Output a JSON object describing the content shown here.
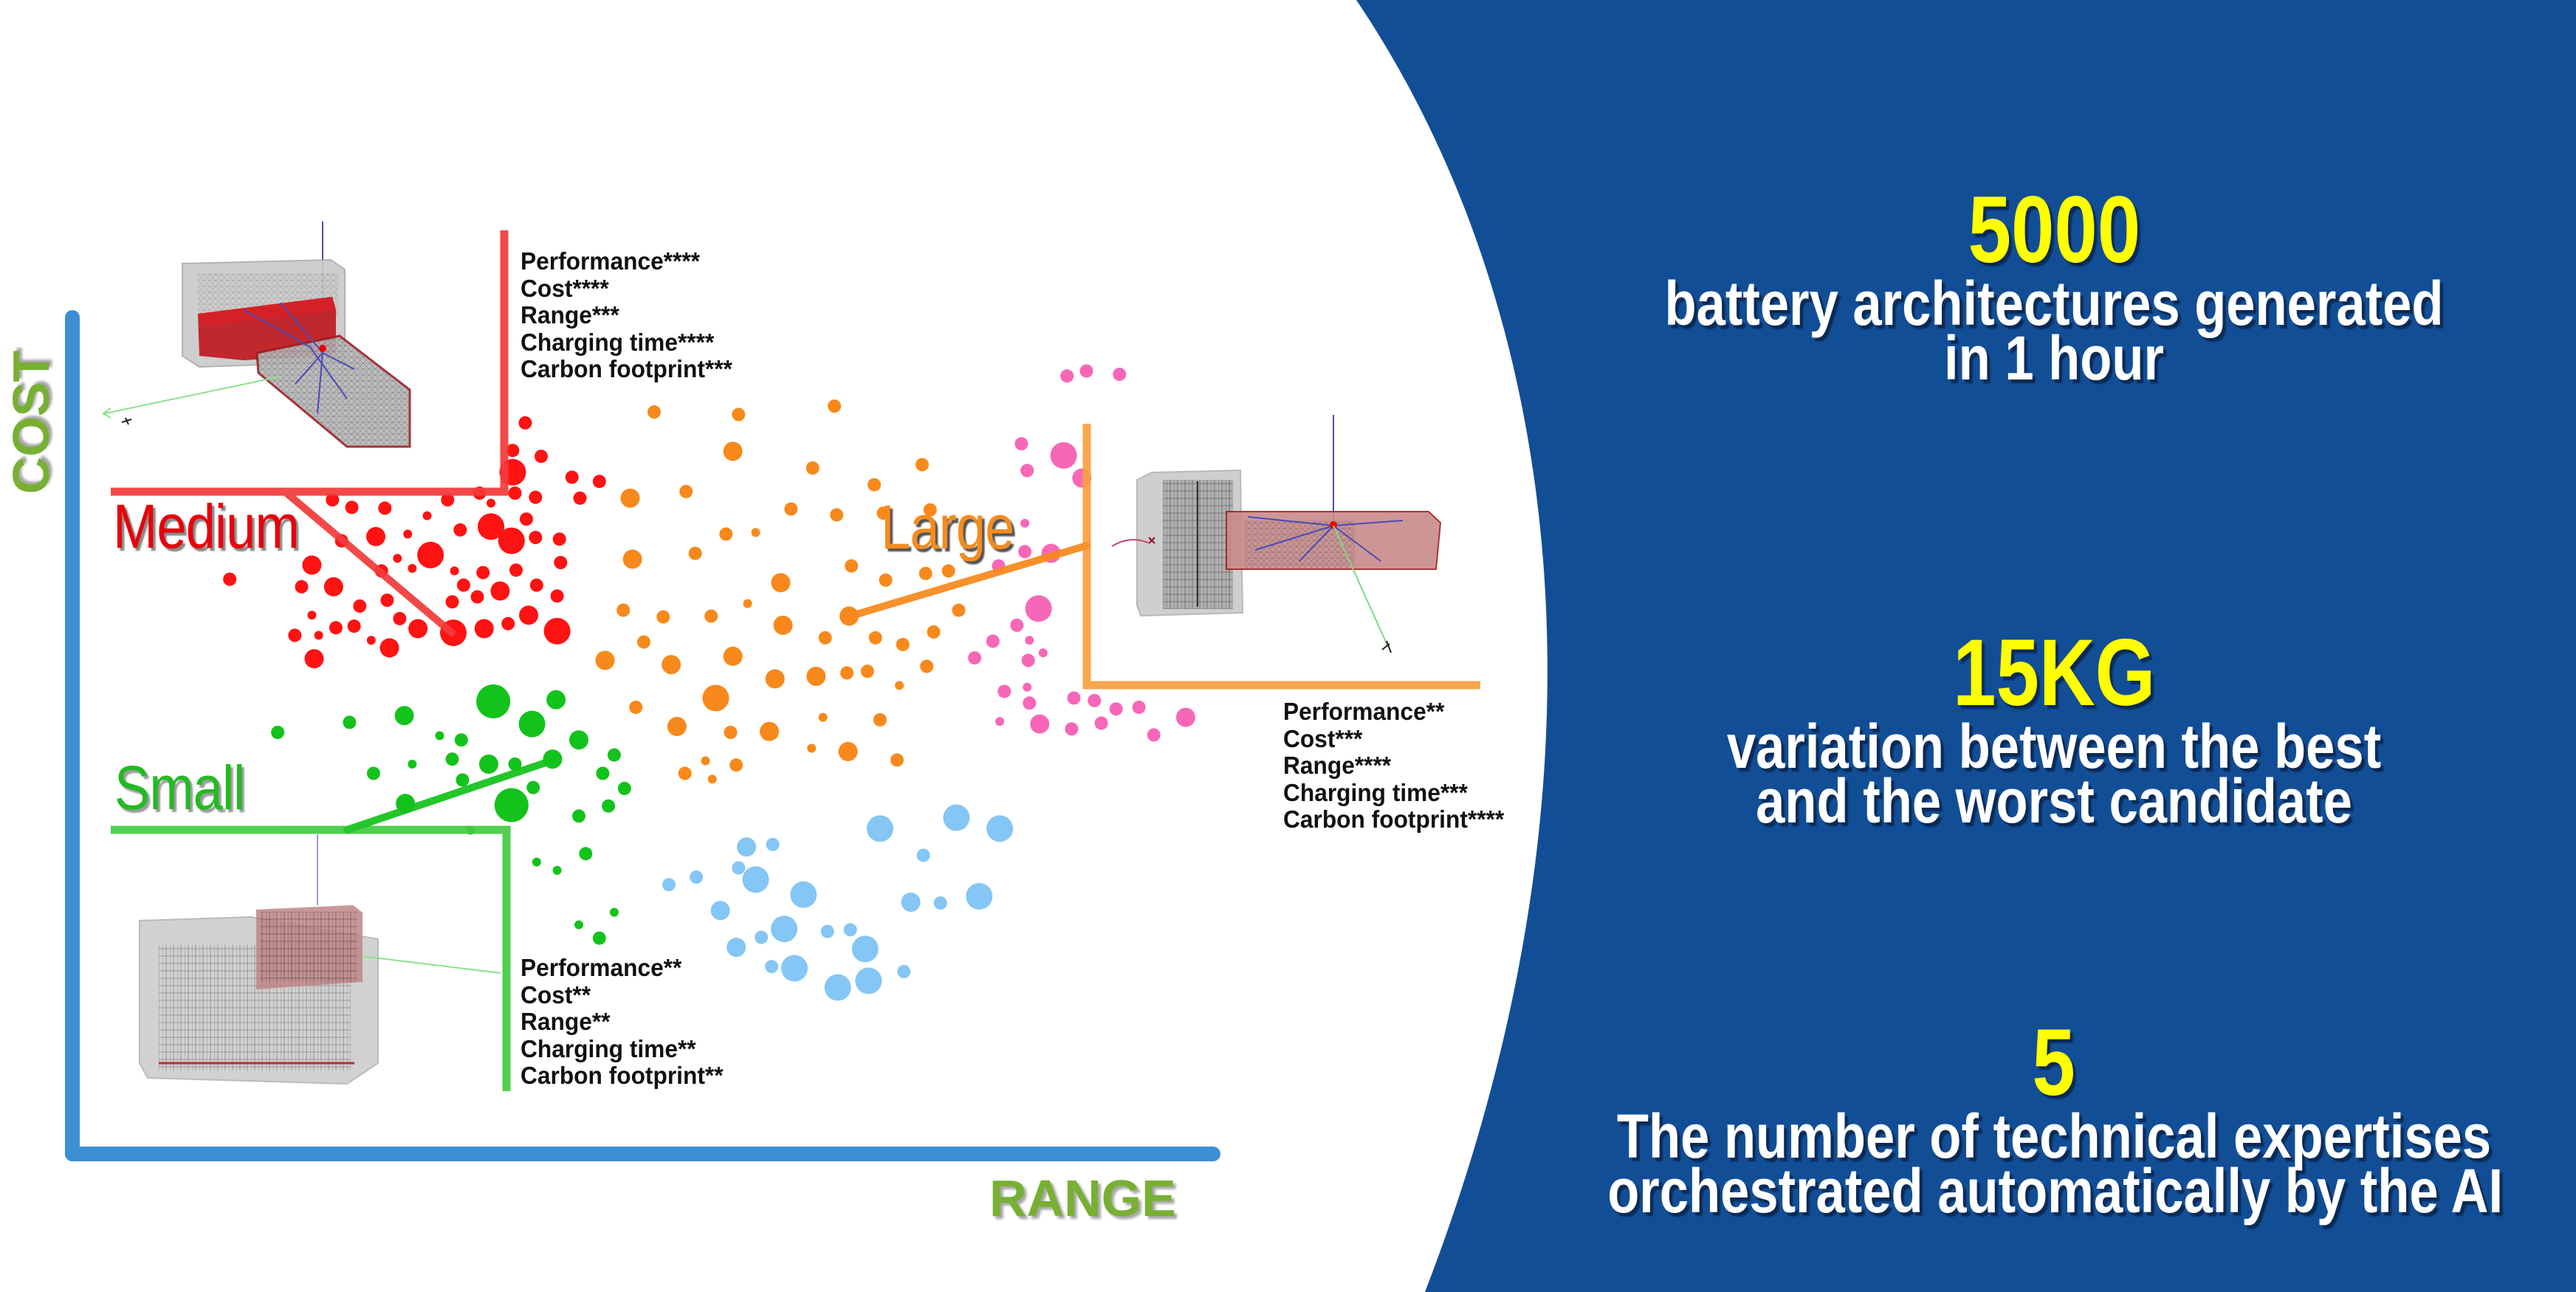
{
  "slide": {
    "colors": {
      "panel_blue": "#124e96",
      "stat_number": "#ffff00",
      "stat_text": "#ffffff",
      "axis": "#3d8fd4",
      "axis_label": "#77b032"
    },
    "stats": [
      {
        "value": "5000",
        "lines": [
          "battery architectures generated",
          "in 1 hour"
        ]
      },
      {
        "value": "15KG",
        "lines": [
          "variation between the best",
          "and the worst candidate"
        ]
      },
      {
        "value": "5",
        "lines": [
          "The number of technical expertises",
          "orchestrated automatically by the AI"
        ]
      }
    ]
  },
  "chart_data": {
    "type": "scatter",
    "title": "",
    "xlabel": "RANGE",
    "ylabel": "COST",
    "xlim": [
      0,
      100
    ],
    "ylim": [
      0,
      100
    ],
    "grid": false,
    "ticks": false,
    "legend": "none",
    "categories": [
      {
        "name": "Medium",
        "color": "#e8000b",
        "bracket_color": "#f23b3b",
        "specs": [
          "Performance****",
          "Cost****",
          "Range***",
          "Charging time****",
          "Carbon footprint***"
        ],
        "render_icon": "battery-pack-medium-3d-icon"
      },
      {
        "name": "Large",
        "color": "#f58b1e",
        "bracket_color": "#f9a03f",
        "specs": [
          "Performance**",
          "Cost***",
          "Range****",
          "Charging time***",
          "Carbon footprint****"
        ],
        "render_icon": "battery-pack-large-3d-icon"
      },
      {
        "name": "Small",
        "color": "#22bb22",
        "bracket_color": "#43cc43",
        "specs": [
          "Performance**",
          "Cost**",
          "Range**",
          "Charging time**",
          "Carbon footprint**"
        ],
        "render_icon": "battery-pack-small-3d-icon"
      }
    ],
    "series": [
      {
        "name": "Medium",
        "color": "#ff1212",
        "points": [
          [
            38.6,
            84.1,
            2
          ],
          [
            41.1,
            83.4,
            2
          ],
          [
            38.6,
            81.5,
            4
          ],
          [
            43.8,
            80.9,
            2
          ],
          [
            38.8,
            79.0,
            2
          ],
          [
            40.6,
            78.5,
            2
          ],
          [
            44.5,
            78.4,
            2
          ],
          [
            32.9,
            78.2,
            2
          ],
          [
            35.7,
            79.0,
            2
          ],
          [
            36.7,
            77.8,
            1
          ],
          [
            39.8,
            75.9,
            2
          ],
          [
            36.7,
            75.0,
            4
          ],
          [
            34.0,
            74.6,
            2
          ],
          [
            38.5,
            73.3,
            4
          ],
          [
            40.6,
            73.7,
            2
          ],
          [
            42.7,
            73.5,
            2
          ],
          [
            39.7,
            87.4,
            2
          ],
          [
            46.2,
            80.4,
            2
          ],
          [
            22.8,
            78.2,
            2
          ],
          [
            24.5,
            77.3,
            2
          ],
          [
            27.4,
            77.2,
            2
          ],
          [
            31.1,
            76.3,
            1
          ],
          [
            26.6,
            73.8,
            3
          ],
          [
            29.4,
            74.1,
            1
          ],
          [
            23.6,
            73.3,
            2
          ],
          [
            31.4,
            71.6,
            4
          ],
          [
            28.5,
            71.2,
            1
          ],
          [
            29.8,
            70.0,
            1
          ],
          [
            27.1,
            69.7,
            2
          ],
          [
            33.5,
            69.7,
            1
          ],
          [
            36.0,
            69.5,
            2
          ],
          [
            38.9,
            69.8,
            2
          ],
          [
            42.8,
            70.7,
            2
          ],
          [
            21.0,
            70.4,
            3
          ],
          [
            13.8,
            68.7,
            2
          ],
          [
            20.1,
            67.8,
            2
          ],
          [
            22.9,
            67.8,
            3
          ],
          [
            34.3,
            68.0,
            2
          ],
          [
            37.5,
            67.3,
            3
          ],
          [
            40.7,
            68.0,
            2
          ],
          [
            35.5,
            66.6,
            2
          ],
          [
            42.5,
            66.7,
            2
          ],
          [
            27.6,
            66.2,
            2
          ],
          [
            25.2,
            65.5,
            2
          ],
          [
            33.3,
            66.0,
            2
          ],
          [
            21.0,
            64.4,
            1
          ],
          [
            40.0,
            64.4,
            3
          ],
          [
            28.7,
            64.0,
            2
          ],
          [
            30.3,
            62.8,
            3
          ],
          [
            33.4,
            62.3,
            4
          ],
          [
            36.1,
            62.8,
            3
          ],
          [
            38.2,
            63.4,
            2
          ],
          [
            42.5,
            62.5,
            4
          ],
          [
            23.1,
            62.9,
            2
          ],
          [
            24.7,
            63.1,
            2
          ],
          [
            19.5,
            62.0,
            2
          ],
          [
            21.6,
            62.0,
            1
          ],
          [
            26.2,
            61.4,
            1
          ],
          [
            27.8,
            60.5,
            3
          ],
          [
            21.2,
            59.2,
            3
          ]
        ]
      },
      {
        "name": "Large",
        "color": "#f7891c",
        "points": [
          [
            51.0,
            88.7,
            2
          ],
          [
            58.4,
            88.4,
            2
          ],
          [
            66.8,
            89.4,
            2
          ],
          [
            57.9,
            84.0,
            3
          ],
          [
            64.9,
            82.0,
            2
          ],
          [
            74.5,
            82.4,
            2
          ],
          [
            70.3,
            80.0,
            2
          ],
          [
            48.9,
            78.4,
            3
          ],
          [
            53.8,
            79.2,
            2
          ],
          [
            63.0,
            77.1,
            2
          ],
          [
            67.0,
            76.4,
            2
          ],
          [
            71.1,
            76.6,
            2
          ],
          [
            75.2,
            77.0,
            2
          ],
          [
            57.3,
            74.1,
            2
          ],
          [
            59.9,
            74.3,
            1
          ],
          [
            49.1,
            71.1,
            3
          ],
          [
            54.6,
            71.8,
            2
          ],
          [
            68.3,
            70.3,
            2
          ],
          [
            71.3,
            68.6,
            2
          ],
          [
            74.8,
            69.4,
            2
          ],
          [
            76.8,
            69.7,
            2
          ],
          [
            62.1,
            68.3,
            3
          ],
          [
            48.3,
            65.0,
            2
          ],
          [
            51.8,
            64.2,
            2
          ],
          [
            56.0,
            64.3,
            2
          ],
          [
            59.2,
            65.8,
            1
          ],
          [
            62.3,
            63.2,
            3
          ],
          [
            68.1,
            64.3,
            3
          ],
          [
            77.7,
            65.0,
            2
          ],
          [
            50.1,
            61.2,
            2
          ],
          [
            66.0,
            61.7,
            2
          ],
          [
            70.4,
            61.7,
            2
          ],
          [
            72.8,
            60.9,
            2
          ],
          [
            75.5,
            62.4,
            2
          ],
          [
            46.7,
            59.0,
            3
          ],
          [
            52.5,
            58.5,
            3
          ],
          [
            57.9,
            59.5,
            3
          ],
          [
            61.6,
            56.8,
            3
          ],
          [
            65.2,
            57.1,
            3
          ],
          [
            67.9,
            57.5,
            2
          ],
          [
            69.7,
            57.7,
            2
          ],
          [
            74.9,
            58.3,
            2
          ],
          [
            72.5,
            56.0,
            1
          ],
          [
            56.4,
            54.5,
            4
          ],
          [
            49.4,
            53.4,
            2
          ],
          [
            65.8,
            52.2,
            1
          ],
          [
            70.8,
            51.9,
            2
          ],
          [
            53.0,
            51.1,
            3
          ],
          [
            57.7,
            50.4,
            2
          ],
          [
            61.1,
            50.5,
            3
          ],
          [
            64.8,
            48.5,
            1
          ],
          [
            68.0,
            48.1,
            3
          ],
          [
            72.3,
            47.1,
            2
          ],
          [
            55.5,
            47.0,
            1
          ],
          [
            58.2,
            46.5,
            2
          ],
          [
            53.7,
            45.5,
            2
          ],
          [
            56.1,
            44.8,
            1
          ]
        ]
      },
      {
        "name": "",
        "color": "#f767b8",
        "points": [
          [
            87.2,
            93.0,
            2
          ],
          [
            88.9,
            93.6,
            2
          ],
          [
            91.8,
            93.2,
            2
          ],
          [
            83.2,
            84.9,
            2
          ],
          [
            86.9,
            83.5,
            4
          ],
          [
            83.7,
            81.7,
            2
          ],
          [
            88.5,
            80.8,
            3
          ],
          [
            83.5,
            75.4,
            1
          ],
          [
            83.5,
            72.0,
            2
          ],
          [
            85.8,
            71.8,
            3
          ],
          [
            81.2,
            70.3,
            2
          ],
          [
            84.7,
            65.2,
            4
          ],
          [
            82.8,
            63.2,
            2
          ],
          [
            80.7,
            61.3,
            2
          ],
          [
            83.9,
            61.4,
            1
          ],
          [
            85.1,
            59.9,
            1
          ],
          [
            79.1,
            59.3,
            2
          ],
          [
            83.8,
            59.0,
            2
          ],
          [
            81.7,
            55.3,
            2
          ],
          [
            83.7,
            55.8,
            1
          ],
          [
            83.9,
            53.9,
            2
          ],
          [
            87.8,
            54.5,
            2
          ],
          [
            89.6,
            54.2,
            2
          ],
          [
            91.5,
            53.2,
            2
          ],
          [
            93.5,
            53.4,
            2
          ],
          [
            97.6,
            52.2,
            3
          ],
          [
            81.3,
            51.7,
            1
          ],
          [
            84.8,
            51.4,
            3
          ],
          [
            87.6,
            50.8,
            2
          ],
          [
            90.2,
            51.5,
            2
          ],
          [
            94.8,
            50.1,
            2
          ]
        ]
      },
      {
        "name": "",
        "color": "#84c6f5",
        "points": [
          [
            52.3,
            32.2,
            2
          ],
          [
            54.7,
            33.1,
            2
          ],
          [
            59.1,
            36.7,
            3
          ],
          [
            61.4,
            37.0,
            2
          ],
          [
            58.4,
            34.2,
            2
          ],
          [
            59.9,
            32.8,
            4
          ],
          [
            56.8,
            29.1,
            3
          ],
          [
            64.1,
            31.0,
            4
          ],
          [
            62.4,
            26.9,
            4
          ],
          [
            60.4,
            25.9,
            2
          ],
          [
            58.2,
            24.7,
            3
          ],
          [
            66.2,
            26.6,
            2
          ],
          [
            68.2,
            26.8,
            2
          ],
          [
            69.5,
            24.5,
            4
          ],
          [
            61.3,
            22.4,
            2
          ],
          [
            63.3,
            22.2,
            4
          ],
          [
            67.1,
            19.9,
            4
          ],
          [
            69.8,
            20.7,
            4
          ],
          [
            72.9,
            21.8,
            2
          ],
          [
            70.8,
            38.9,
            4
          ],
          [
            77.5,
            40.2,
            4
          ],
          [
            81.3,
            38.9,
            4
          ],
          [
            74.6,
            35.7,
            2
          ],
          [
            73.5,
            30.1,
            3
          ],
          [
            76.1,
            30.0,
            2
          ],
          [
            79.5,
            30.8,
            4
          ]
        ]
      },
      {
        "name": "Small",
        "color": "#14c21c",
        "points": [
          [
            18.0,
            50.4,
            2
          ],
          [
            24.3,
            51.6,
            2
          ],
          [
            29.1,
            52.4,
            3
          ],
          [
            36.9,
            54.1,
            5
          ],
          [
            42.4,
            54.3,
            3
          ],
          [
            40.3,
            51.4,
            4
          ],
          [
            32.2,
            50.0,
            1
          ],
          [
            34.1,
            49.5,
            2
          ],
          [
            44.4,
            49.5,
            3
          ],
          [
            29.8,
            46.6,
            1
          ],
          [
            33.3,
            47.2,
            2
          ],
          [
            36.5,
            46.6,
            3
          ],
          [
            38.8,
            46.6,
            2
          ],
          [
            42.1,
            47.2,
            3
          ],
          [
            47.5,
            47.7,
            2
          ],
          [
            26.4,
            45.5,
            2
          ],
          [
            34.2,
            44.7,
            2
          ],
          [
            40.4,
            43.8,
            2
          ],
          [
            46.5,
            45.5,
            2
          ],
          [
            48.4,
            43.7,
            2
          ],
          [
            29.2,
            41.9,
            3
          ],
          [
            38.5,
            41.7,
            5
          ],
          [
            47.0,
            41.6,
            2
          ],
          [
            44.4,
            40.4,
            2
          ],
          [
            34.9,
            38.7,
            1
          ],
          [
            45.0,
            35.9,
            2
          ],
          [
            40.7,
            34.9,
            1
          ],
          [
            42.5,
            33.9,
            1
          ],
          [
            47.5,
            28.9,
            1
          ],
          [
            44.4,
            27.4,
            1
          ],
          [
            46.2,
            25.8,
            2
          ]
        ]
      }
    ]
  }
}
